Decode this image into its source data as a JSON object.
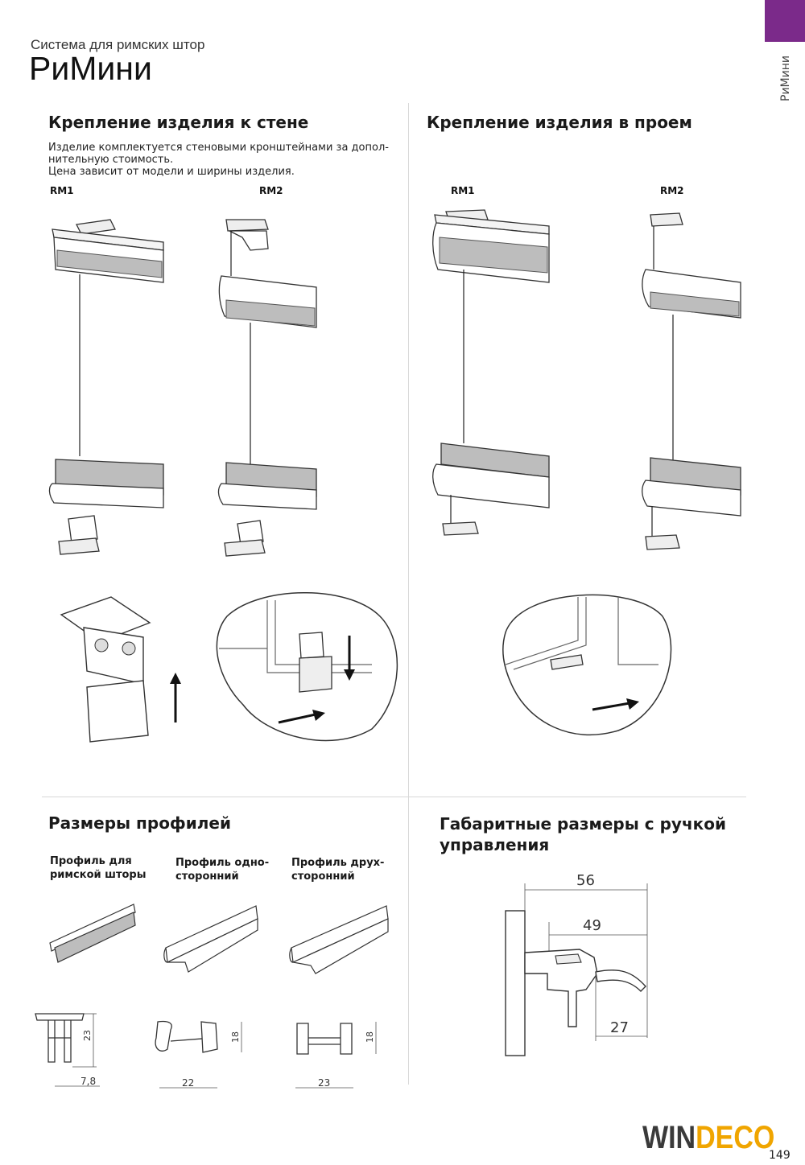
{
  "header": {
    "subtitle": "Система для римских штор",
    "title": "РиМини",
    "side_tab_label": "РиМини",
    "accent_color": "#7b2a8a"
  },
  "section_wall": {
    "title": "Крепление изделия к стене",
    "note_lines": [
      "Изделие комплектуется стеновыми кронштейнами за допол-",
      "нительную стоимость.",
      "Цена зависит от модели и ширины изделия."
    ],
    "models": [
      "RM1",
      "RM2"
    ]
  },
  "section_opening": {
    "title": "Крепление изделия в проем",
    "models": [
      "RM1",
      "RM2"
    ]
  },
  "section_profiles": {
    "title": "Размеры профилей",
    "profiles": [
      {
        "label_lines": [
          "Профиль для",
          "римской шторы"
        ],
        "height": "23",
        "width": "7,8"
      },
      {
        "label_lines": [
          "Профиль одно-",
          "сторонний"
        ],
        "height": "18",
        "width": "22"
      },
      {
        "label_lines": [
          "Профиль друх-",
          "сторонний"
        ],
        "height": "18",
        "width": "23"
      }
    ]
  },
  "section_dimensions": {
    "title_lines": [
      "Габаритные размеры с ручкой",
      "управления"
    ],
    "dims": {
      "overall": "56",
      "middle": "49",
      "bottom": "27"
    }
  },
  "footer": {
    "brand_part1": "WIN",
    "brand_part2": "DECO",
    "brand_color": "#f0a500",
    "page_number": "149"
  }
}
